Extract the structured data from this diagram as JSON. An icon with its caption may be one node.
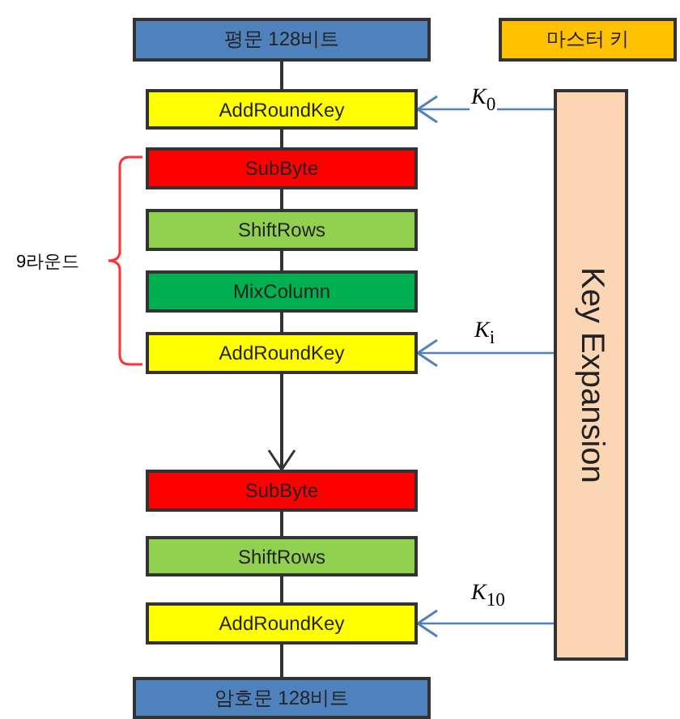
{
  "diagram": {
    "nodes": [
      {
        "text": [
          "평문 128비트"
        ]
      },
      {
        "text": [
          "마스터 키"
        ]
      },
      {
        "text": [
          "AddRoundKey"
        ]
      },
      {
        "text": [
          "SubByte"
        ]
      },
      {
        "text": [
          "ShiftRows"
        ]
      },
      {
        "text": [
          "MixColumn"
        ]
      },
      {
        "text": [
          "AddRoundKey"
        ]
      },
      {
        "text": [
          "SubByte"
        ]
      },
      {
        "text": [
          "ShiftRows"
        ]
      },
      {
        "text": [
          "AddRoundKey"
        ]
      },
      {
        "text": [
          "암호문 128비트"
        ]
      },
      {
        "text": [
          "Key Expansion"
        ]
      }
    ],
    "edges": [
      {
        "from": 0,
        "to": 2,
        "arrow": "none"
      },
      {
        "from": 2,
        "to": 3,
        "arrow": "none"
      },
      {
        "from": 3,
        "to": 4,
        "arrow": "none"
      },
      {
        "from": 4,
        "to": 5,
        "arrow": "none"
      },
      {
        "from": 5,
        "to": 6,
        "arrow": "none"
      },
      {
        "from": 6,
        "to": 7,
        "arrow": "to"
      },
      {
        "from": 7,
        "to": 8,
        "arrow": "none"
      },
      {
        "from": 8,
        "to": 9,
        "arrow": "none"
      },
      {
        "from": 9,
        "to": 10,
        "arrow": "none"
      },
      {
        "from": 11,
        "to": 2,
        "arrow": "to",
        "label": "*K*$_{0}$",
        "color": "#4f81bd"
      },
      {
        "from": 11,
        "to": 6,
        "arrow": "to",
        "label": "*K*$_{i}$",
        "color": "#4f81bd"
      },
      {
        "from": 11,
        "to": 9,
        "arrow": "to",
        "label": "*K*$_{10}$",
        "color": "#4f81bd"
      }
    ],
    "labels": [
      "9라운드"
    ]
  }
}
